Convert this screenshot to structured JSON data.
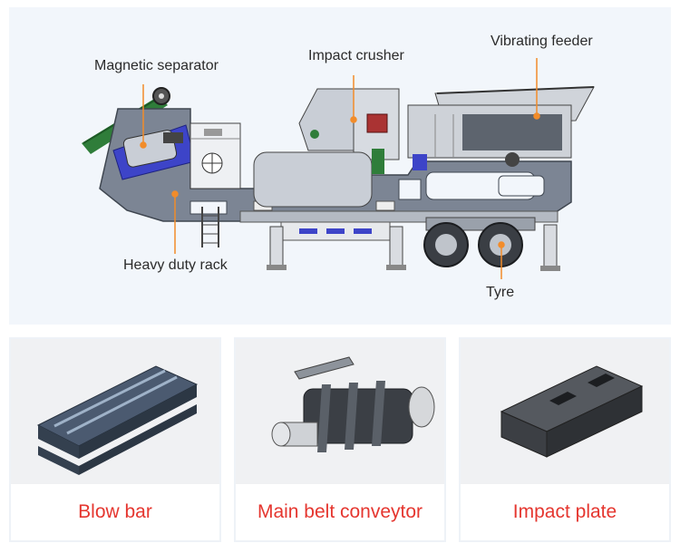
{
  "diagram": {
    "labels": {
      "magnetic_separator": "Magnetic separator",
      "impact_crusher": "Impact crusher",
      "vibrating_feeder": "Vibrating feeder",
      "heavy_duty_rack": "Heavy duty rack",
      "tyre": "Tyre"
    },
    "leader_color": "#f28c2a"
  },
  "parts": [
    {
      "label": "Blow bar"
    },
    {
      "label": "Main belt conveytor"
    },
    {
      "label": "Impact plate"
    }
  ],
  "colors": {
    "caption": "#e5362f",
    "machine_frame": "#7c8594",
    "machine_body": "#c9ced6",
    "belt_green": "#2f7d3a",
    "separator_blue": "#3d44c8"
  }
}
